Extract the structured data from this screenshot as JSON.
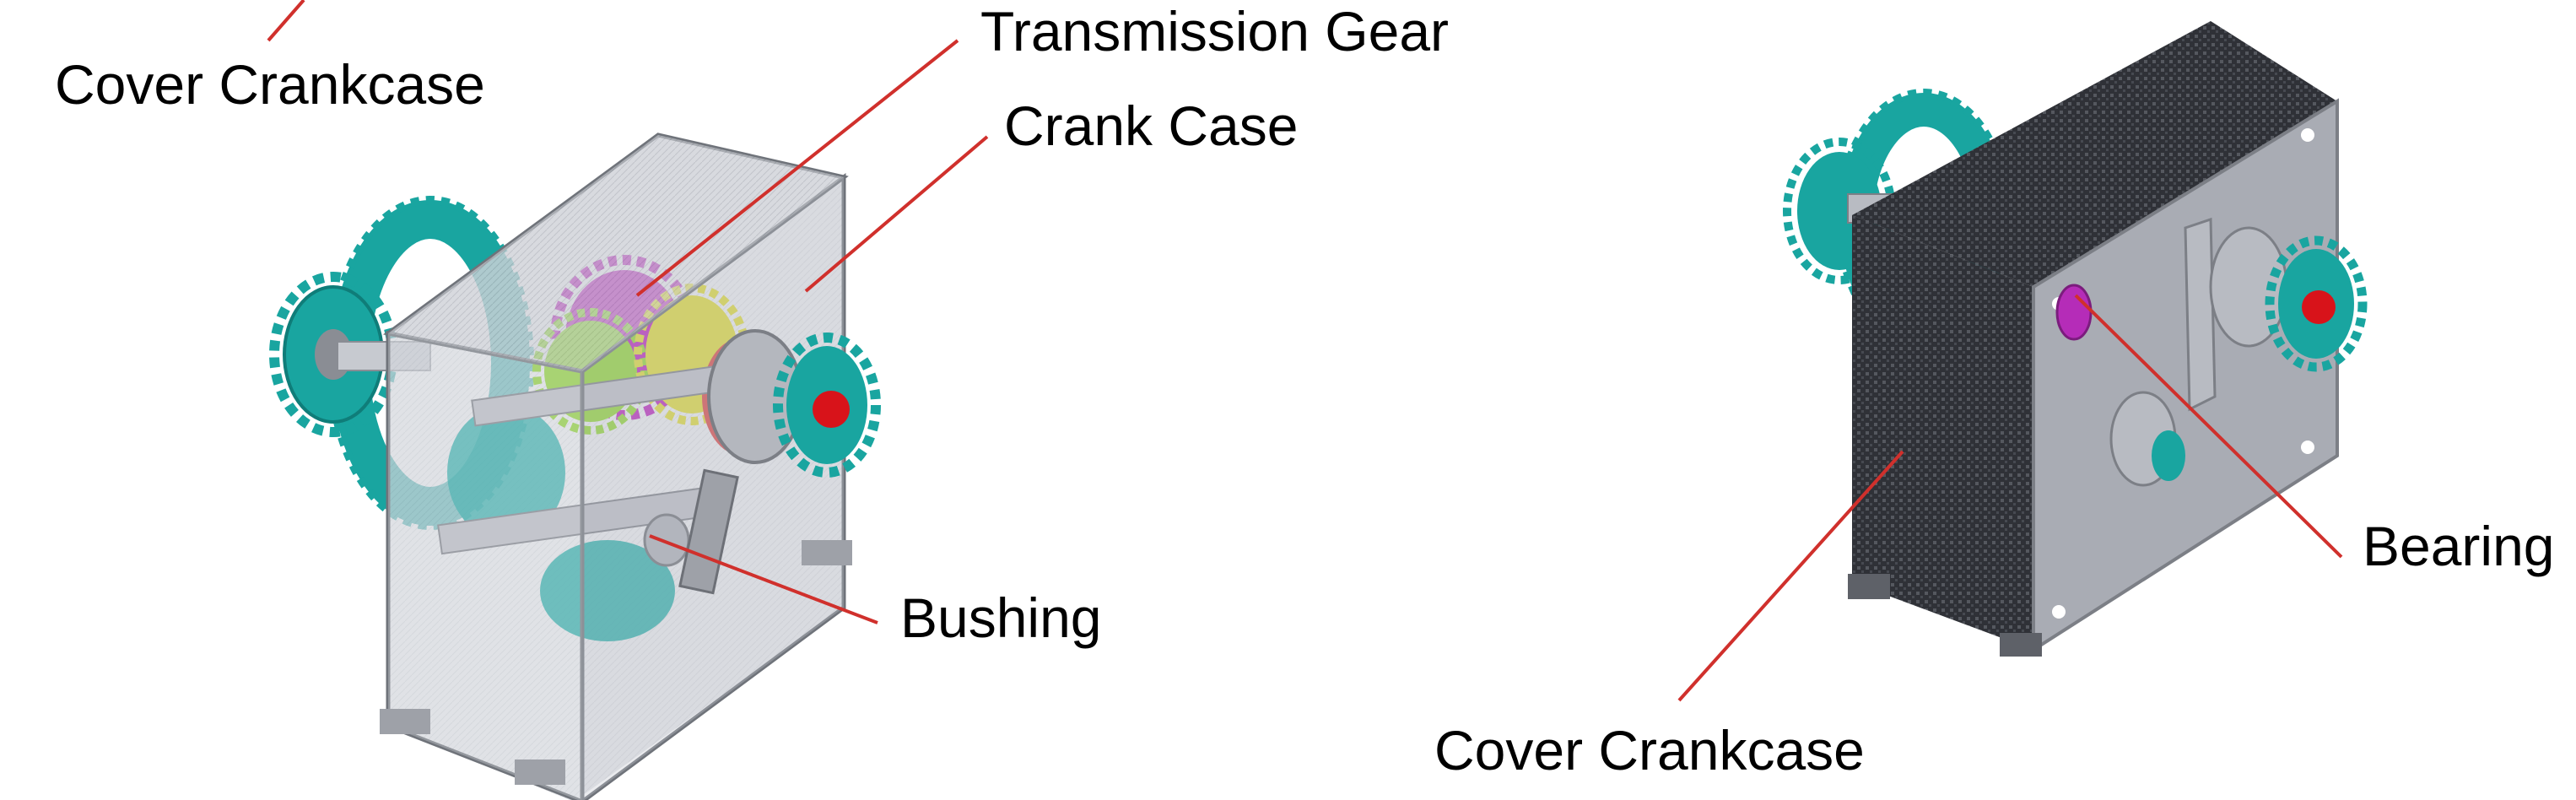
{
  "labels": {
    "cover_crankcase_top": "Cover Crankcase",
    "transmission_gear": "Transmission Gear",
    "crank_case": "Crank Case",
    "bushing": "Bushing",
    "bearing": "Bearing",
    "cover_crankcase_bottom": "Cover Crankcase"
  },
  "colors": {
    "leader_line": "#d0302c",
    "gear_teal": "#19a5a0",
    "gear_magenta": "#b52cb8",
    "gear_yellow": "#d7d43c",
    "gear_green": "#8fcf3a",
    "hub_red": "#d8131a",
    "housing_gray": "#a9acb4",
    "cover_dark": "#3a3c42"
  },
  "icons": {
    "left_assembly": "transparent-gearbox-illustration",
    "right_assembly": "closed-gearbox-illustration"
  }
}
